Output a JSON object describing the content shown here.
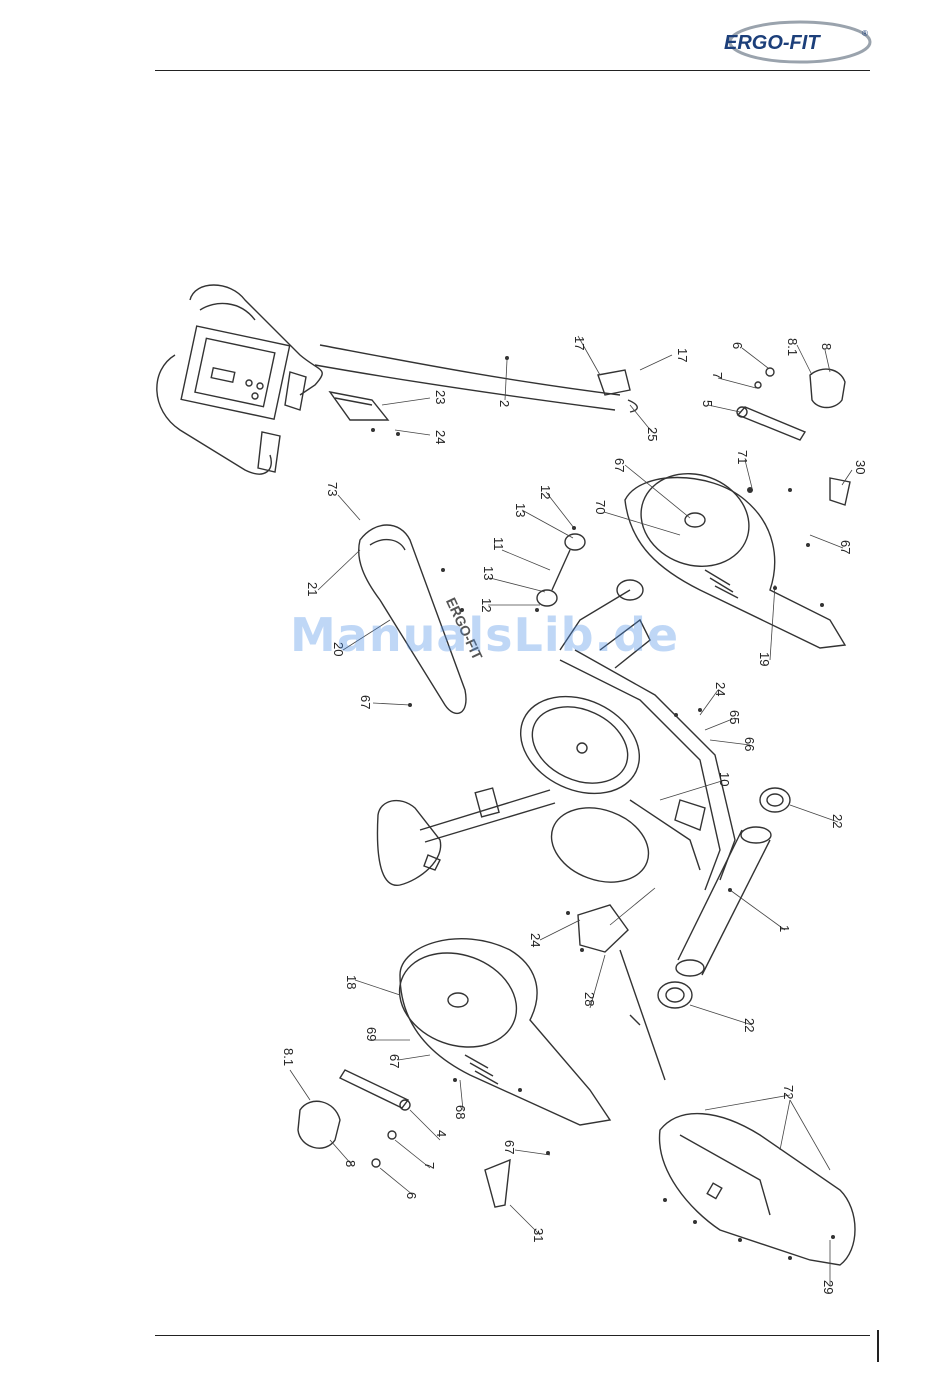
{
  "header": {
    "brand": "ERGO-FIT",
    "brand_mark": "®"
  },
  "watermark": "ManualsLib.de",
  "diagram": {
    "callouts": [
      {
        "id": "c-17a",
        "label": "17"
      },
      {
        "id": "c-17b",
        "label": "17"
      },
      {
        "id": "c-6a",
        "label": "6"
      },
      {
        "id": "c-81a",
        "label": "8.1"
      },
      {
        "id": "c-8a",
        "label": "8"
      },
      {
        "id": "c-7a",
        "label": "7"
      },
      {
        "id": "c-5",
        "label": "5"
      },
      {
        "id": "c-23",
        "label": "23"
      },
      {
        "id": "c-2",
        "label": "2"
      },
      {
        "id": "c-24a",
        "label": "24"
      },
      {
        "id": "c-25",
        "label": "25"
      },
      {
        "id": "c-67a",
        "label": "67"
      },
      {
        "id": "c-71",
        "label": "71"
      },
      {
        "id": "c-30",
        "label": "30"
      },
      {
        "id": "c-73",
        "label": "73"
      },
      {
        "id": "c-12a",
        "label": "12"
      },
      {
        "id": "c-13a",
        "label": "13"
      },
      {
        "id": "c-70",
        "label": "70"
      },
      {
        "id": "c-11",
        "label": "11"
      },
      {
        "id": "c-67b",
        "label": "67"
      },
      {
        "id": "c-21",
        "label": "21"
      },
      {
        "id": "c-13b",
        "label": "13"
      },
      {
        "id": "c-12b",
        "label": "12"
      },
      {
        "id": "c-20",
        "label": "20"
      },
      {
        "id": "c-19",
        "label": "19"
      },
      {
        "id": "c-67c",
        "label": "67"
      },
      {
        "id": "c-24b",
        "label": "24"
      },
      {
        "id": "c-65",
        "label": "65"
      },
      {
        "id": "c-66",
        "label": "66"
      },
      {
        "id": "c-10",
        "label": "10"
      },
      {
        "id": "c-22a",
        "label": "22"
      },
      {
        "id": "c-1",
        "label": "1"
      },
      {
        "id": "c-18",
        "label": "18"
      },
      {
        "id": "c-24c",
        "label": "24"
      },
      {
        "id": "c-28",
        "label": "28"
      },
      {
        "id": "c-69",
        "label": "69"
      },
      {
        "id": "c-67d",
        "label": "67"
      },
      {
        "id": "c-22b",
        "label": "22"
      },
      {
        "id": "c-81b",
        "label": "8.1"
      },
      {
        "id": "c-68",
        "label": "68"
      },
      {
        "id": "c-4",
        "label": "4"
      },
      {
        "id": "c-72",
        "label": "72"
      },
      {
        "id": "c-67e",
        "label": "67"
      },
      {
        "id": "c-8b",
        "label": "8"
      },
      {
        "id": "c-7b",
        "label": "7"
      },
      {
        "id": "c-6b",
        "label": "6"
      },
      {
        "id": "c-31",
        "label": "31"
      },
      {
        "id": "c-29",
        "label": "29"
      }
    ]
  }
}
